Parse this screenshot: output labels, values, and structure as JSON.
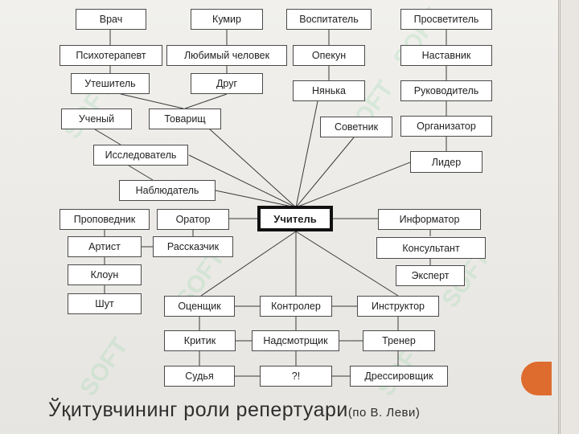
{
  "nodes": {
    "vrach": "Врач",
    "kumir": "Кумир",
    "vospitatel": "Воспитатель",
    "prosvetitel": "Просветитель",
    "psikhoterapevt": "Психотерапевт",
    "lyubimyi_chelovek": "Любимый человек",
    "opekun": "Опекун",
    "nastavnik": "Наставник",
    "uteshitel": "Утешитель",
    "drug": "Друг",
    "nyanka": "Нянька",
    "rukovoditel": "Руководитель",
    "uchenyi": "Ученый",
    "tovarishch": "Товарищ",
    "sovetnik": "Советник",
    "organizator": "Организатор",
    "issledovatel": "Исследователь",
    "lider": "Лидер",
    "nablyudatel": "Наблюдатель",
    "propovednik": "Проповедник",
    "orator": "Оратор",
    "uchitel": "Учитель",
    "informator": "Информатор",
    "artist": "Артист",
    "rasskazchik": "Рассказчик",
    "konsultant": "Консультант",
    "kloun": "Клоун",
    "ekspert": "Эксперт",
    "shut": "Шут",
    "otsenshchik": "Оценщик",
    "kontroler": "Контролер",
    "instruktor": "Инструктор",
    "kritik": "Критик",
    "nadsmotrshchik": "Надсмотрщик",
    "trener": "Тренер",
    "sudya": "Судья",
    "unknown": "?!",
    "dressirovshchik": "Дрессировщик"
  },
  "title": {
    "main": "Ўқитувчининг роли репертуари",
    "note": "(по В. Леви)"
  },
  "watermark": "SOFT",
  "colors": {
    "accent": "#dd6c2e",
    "watermark": "#78d296"
  }
}
